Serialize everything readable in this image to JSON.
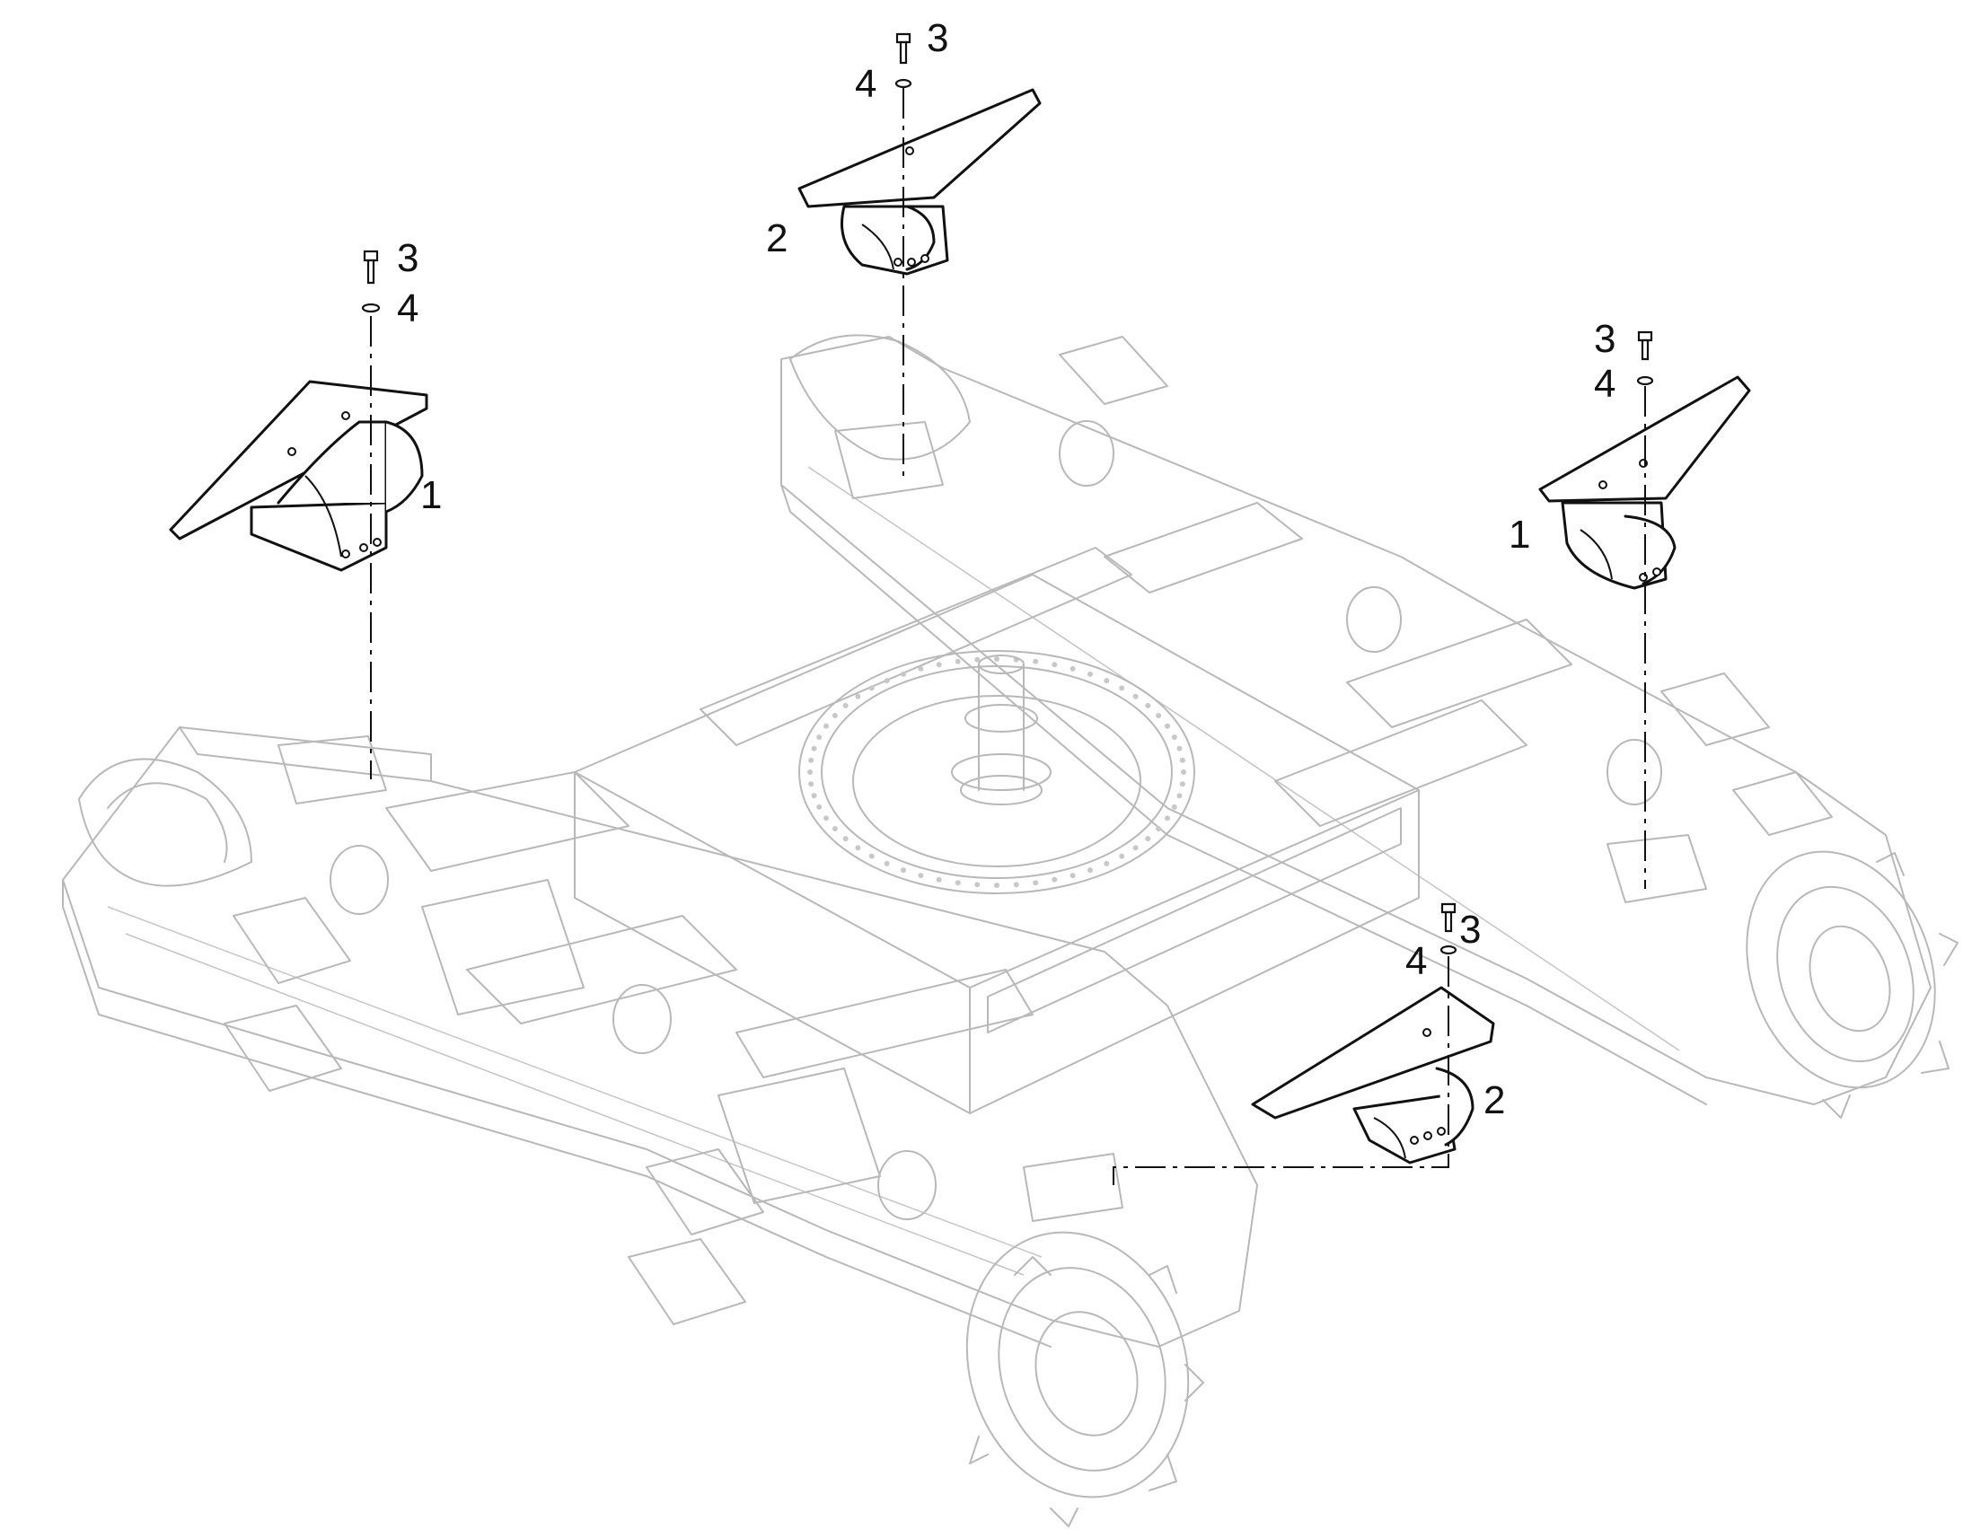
{
  "callouts": {
    "a1": "1",
    "a3": "3",
    "a4": "4",
    "b2": "2",
    "b3": "3",
    "b4": "4",
    "c1": "1",
    "c3": "3",
    "c4": "4",
    "d2": "2",
    "d3": "3",
    "d4": "4"
  },
  "colors": {
    "parts": "#111111",
    "background_machine": "#b8b8b8"
  }
}
